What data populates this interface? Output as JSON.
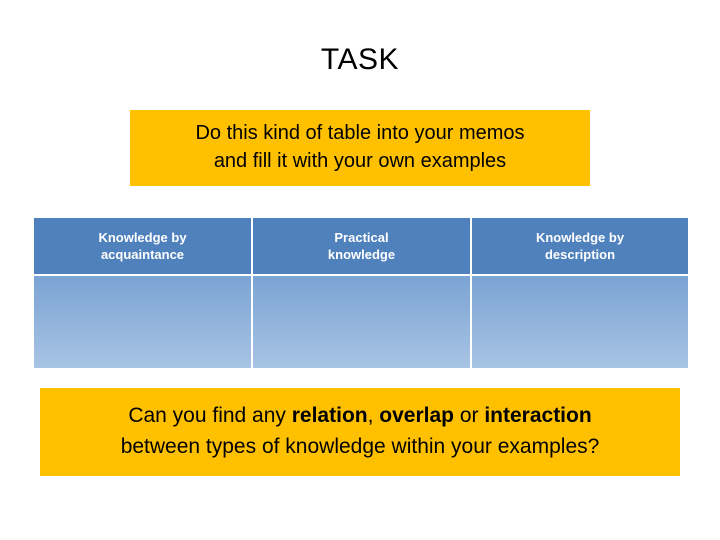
{
  "slide": {
    "title": "TASK",
    "instruction": {
      "line1": "Do this kind of table into your memos",
      "line2": "and fill it with your own examples",
      "background_color": "#FFC000"
    },
    "table": {
      "header_color": "#4F81BD",
      "cell_color": "#95B3D7",
      "columns": [
        {
          "line1": "Knowledge by",
          "line2": "acquaintance"
        },
        {
          "line1": "Practical",
          "line2": "knowledge"
        },
        {
          "line1": "Knowledge by",
          "line2": "description"
        }
      ],
      "rows": [
        {
          "cells": [
            "",
            "",
            ""
          ]
        }
      ]
    },
    "question": {
      "line1_part1": "Can you find any ",
      "line1_bold1": "relation",
      "line1_part2": ", ",
      "line1_bold2": "overlap",
      "line1_part3": " or ",
      "line1_bold3": "interaction",
      "line2": "between types of knowledge within your examples?",
      "background_color": "#FFC000"
    }
  }
}
